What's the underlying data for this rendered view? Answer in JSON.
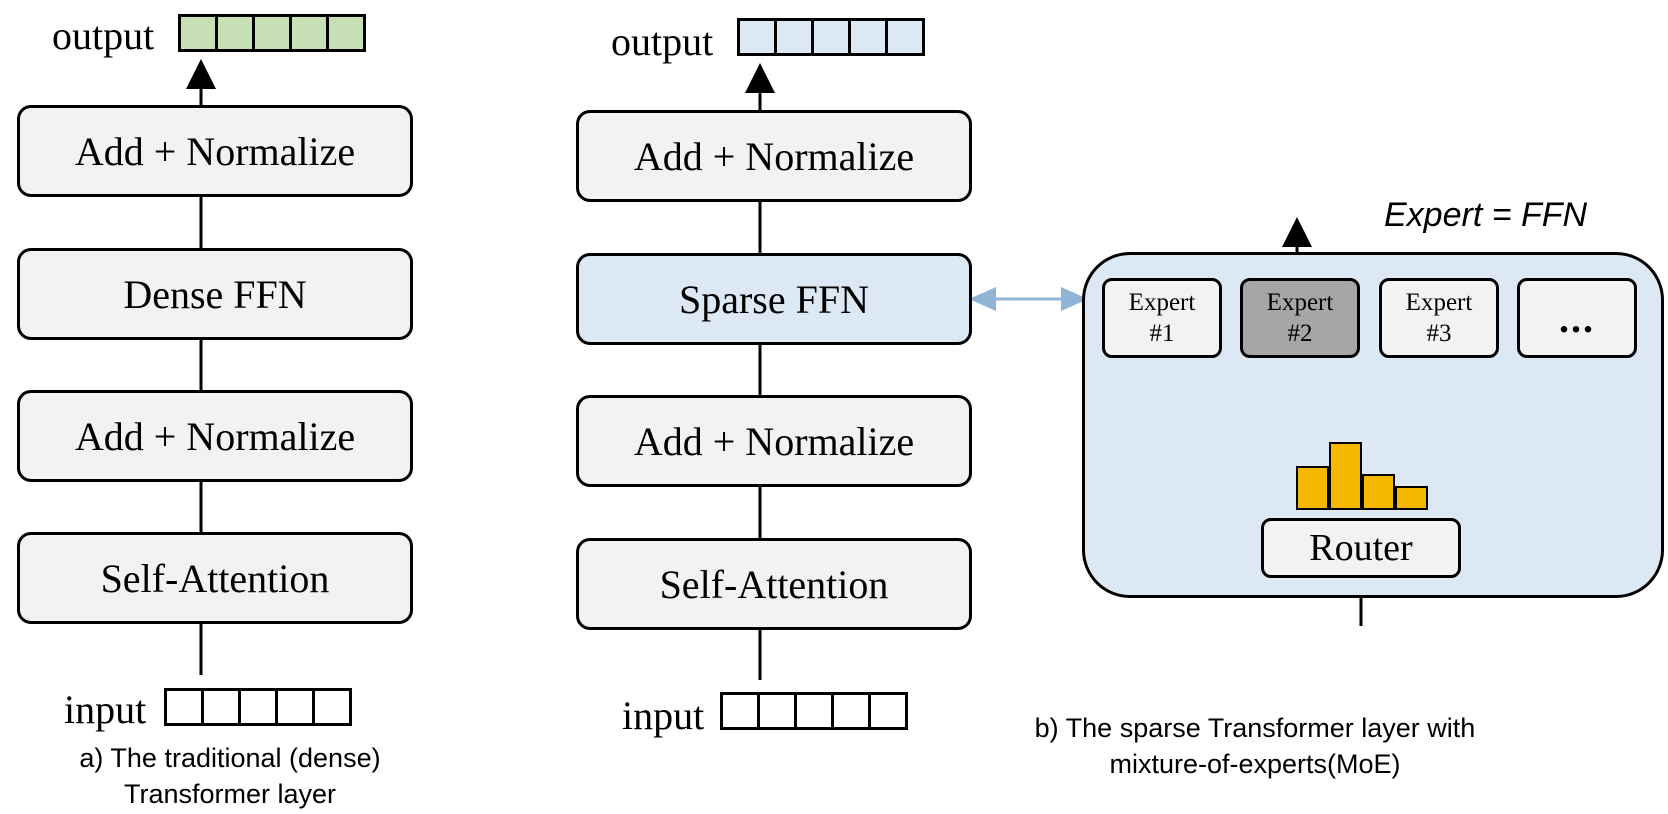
{
  "left_panel": {
    "output_label": "output",
    "input_label": "input",
    "blocks": [
      "Add + Normalize",
      "Dense FFN",
      "Add + Normalize",
      "Self-Attention"
    ],
    "caption_line1": "a) The traditional (dense)",
    "caption_line2": "Transformer layer"
  },
  "middle_panel": {
    "output_label": "output",
    "input_label": "input",
    "blocks": [
      "Add + Normalize",
      "Sparse FFN",
      "Add + Normalize",
      "Self-Attention"
    ],
    "caption_line1": "b) The sparse Transformer layer with",
    "caption_line2": "mixture-of-experts(MoE)"
  },
  "moe": {
    "formula": "Expert = FFN",
    "experts": [
      {
        "line1": "Expert",
        "line2": "#1",
        "selected": false
      },
      {
        "line1": "Expert",
        "line2": "#2",
        "selected": true
      },
      {
        "line1": "Expert",
        "line2": "#3",
        "selected": false
      }
    ],
    "more_label": "...",
    "router_label": "Router",
    "router_distribution": [
      0.55,
      0.85,
      0.45,
      0.3
    ]
  },
  "colors": {
    "block_fill": "#f2f2f2",
    "sparse_fill": "#dde8f5",
    "output_dense": "#c6dfb4",
    "output_sparse": "#dde8f5",
    "selected_expert": "#a6a6a6",
    "router_bars": "#f5b800",
    "connector": "#8fb4d6"
  }
}
